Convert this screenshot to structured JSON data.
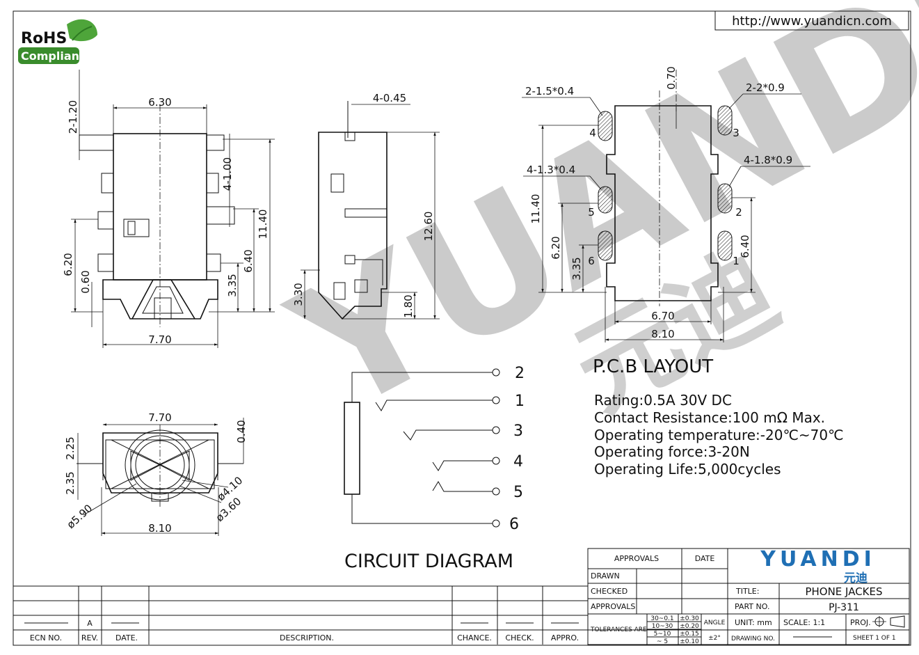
{
  "header": {
    "url": "http://www.yuandicn.com"
  },
  "logo": {
    "line1": "RoHS",
    "line2": "Compliant"
  },
  "watermark": {
    "latin": "YUANDI",
    "chinese": "元迪"
  },
  "views": {
    "front": {
      "dims": {
        "pin_w": "2-1.20",
        "top_w": "6.30",
        "pin_pitch": "4-1.00",
        "h_total": "11.40",
        "h_620": "6.20",
        "h_060": "0.60",
        "h_640": "6.40",
        "h_335": "3.35",
        "bottom_w": "7.70"
      }
    },
    "side": {
      "dims": {
        "pin_t": "4-0.45",
        "h_total": "12.60",
        "h_330": "3.30",
        "h_180": "1.80"
      }
    },
    "end": {
      "dims": {
        "top_w": "7.70",
        "h_225": "2.25",
        "h_235": "2.35",
        "h_040": "0.40",
        "d_410": "ø4.10",
        "d_360": "ø3.60",
        "d_590": "ø5.90",
        "bottom_w": "8.10"
      }
    },
    "pcb": {
      "dims": {
        "top_gap": "0.70",
        "h_1140": "11.40",
        "h_620": "6.20",
        "h_335": "3.35",
        "h_640": "6.40",
        "inner_w": "6.70",
        "outer_w": "8.10"
      },
      "pad_labels": {
        "p4": "2-1.5*0.4",
        "p3": "2-2*0.9",
        "p5": "4-1.3*0.4",
        "p2": "4-1.8*0.9"
      },
      "pin_nums": [
        "4",
        "3",
        "5",
        "2",
        "6",
        "1"
      ],
      "title": "P.C.B LAYOUT"
    }
  },
  "specs": [
    "Rating:0.5A  30V  DC",
    "Contact  Resistance:100  mΩ  Max.",
    "Operating  temperature:-20℃~70℃",
    "Operating  force:3-20N",
    "Operating  Life:5,000cycles"
  ],
  "circuit": {
    "title": "CIRCUIT  DIAGRAM",
    "pins": [
      "2",
      "1",
      "3",
      "4",
      "5",
      "6"
    ]
  },
  "title_block": {
    "approvals_hdr": "APPROVALS",
    "date_hdr": "DATE",
    "rows": [
      "DRAWN",
      "CHECKED",
      "APPROVALS"
    ],
    "tolerances": "TOLERANCES  ARE",
    "tol_ranges": [
      "30~0.1",
      "10~30",
      "5~10",
      "~ 5"
    ],
    "tol_values": [
      "±0.30",
      "±0.20",
      "±0.15",
      "±0.10"
    ],
    "angle_lbl": "ANGLE",
    "angle_val": "±2°",
    "brand": "YUANDI",
    "brand_cn": "元迪",
    "title_lbl": "TITLE:",
    "title_val": "PHONE  JACKES",
    "part_lbl": "PART  NO.",
    "part_val": "PJ-311",
    "unit": "UNIT:  mm",
    "scale": "SCALE:    1:1",
    "proj": "PROJ.",
    "drawing_no": "DRAWING  NO.",
    "sheet": "SHEET    1  OF  1"
  },
  "revision_block": {
    "rev": "A",
    "headers": [
      "ECN  NO.",
      "REV.",
      "DATE.",
      "DESCRIPTION.",
      "CHANCE.",
      "CHECK.",
      "APPRO."
    ]
  }
}
